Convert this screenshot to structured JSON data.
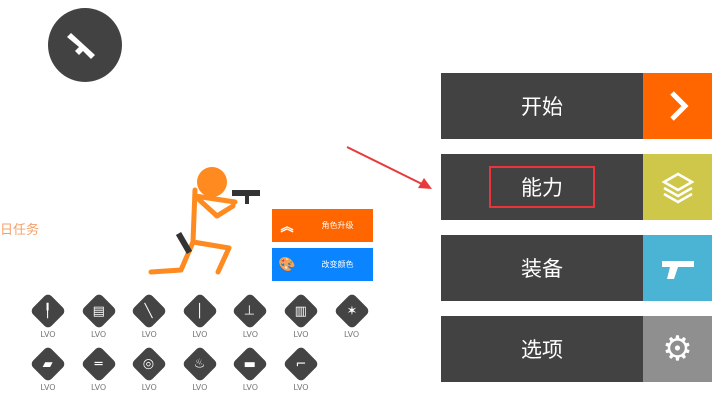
{
  "daily_task": "日任务",
  "menu": [
    {
      "label": "开始",
      "icon": "chevron-right-icon",
      "color": "#ff6600"
    },
    {
      "label": "能力",
      "icon": "layers-icon",
      "color": "#cfc74a"
    },
    {
      "label": "装备",
      "icon": "pistol-icon",
      "color": "#4bb3d3"
    },
    {
      "label": "选项",
      "icon": "gear-icon",
      "color": "#8f8f8f"
    }
  ],
  "side_buttons": [
    {
      "label": "角色升级",
      "icon": "double-chevron-up-icon",
      "color": "#ff6600"
    },
    {
      "label": "改变颜色",
      "icon": "palette-icon",
      "color": "#0a84ff"
    }
  ],
  "skills": [
    {
      "icon": "rifle-icon",
      "level": "LVO"
    },
    {
      "icon": "shield-icon",
      "level": "LVO"
    },
    {
      "icon": "sniper-icon",
      "level": "LVO"
    },
    {
      "icon": "shotgun-icon",
      "level": "LVO"
    },
    {
      "icon": "smg-icon",
      "level": "LVO"
    },
    {
      "icon": "ammo-icon",
      "level": "LVO"
    },
    {
      "icon": "explosion-icon",
      "level": "LVO"
    },
    {
      "icon": "bullet-icon",
      "level": "LVO"
    },
    {
      "icon": "machine-gun-icon",
      "level": "LVO"
    },
    {
      "icon": "crosshair-icon",
      "level": "LVO"
    },
    {
      "icon": "fire-icon",
      "level": "LVO"
    },
    {
      "icon": "heavy-gun-icon",
      "level": "LVO"
    },
    {
      "icon": "pistol-icon",
      "level": "LVO"
    }
  ]
}
